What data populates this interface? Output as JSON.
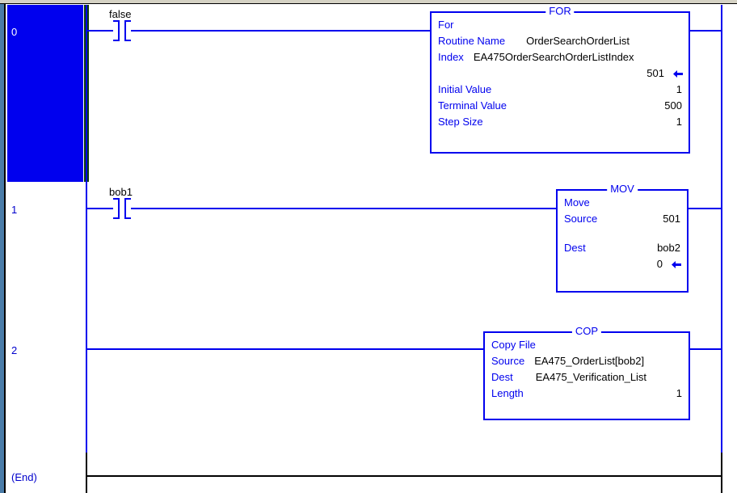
{
  "editor": {
    "name": "ladder-logic-editor",
    "rail_color": "#0000ee",
    "label_color": "#0000ee",
    "value_color": "#000000",
    "selection_color": "#0000ee",
    "selected_rail_color": "#0b3d0b"
  },
  "rungs": [
    {
      "number": "0",
      "selected": true,
      "contact": {
        "label": "false",
        "type": "XIC"
      },
      "instruction": {
        "mnemonic": "FOR",
        "rows": [
          {
            "label": "For",
            "value": "",
            "align": "none"
          },
          {
            "label": "Routine Name",
            "value": "OrderSearchOrderList",
            "align": "right"
          },
          {
            "label": "Index",
            "value": "EA475OrderSearchOrderListIndex",
            "align": "op"
          },
          {
            "label": "",
            "value": "501",
            "align": "right",
            "marker": "left-arrow"
          },
          {
            "label": "Initial Value",
            "value": "1",
            "align": "right"
          },
          {
            "label": "Terminal Value",
            "value": "500",
            "align": "right"
          },
          {
            "label": "Step Size",
            "value": "1",
            "align": "right"
          }
        ]
      }
    },
    {
      "number": "1",
      "selected": false,
      "contact": {
        "label": "bob1",
        "type": "XIC"
      },
      "instruction": {
        "mnemonic": "MOV",
        "rows": [
          {
            "label": "Move",
            "value": "",
            "align": "none"
          },
          {
            "label": "Source",
            "value": "501",
            "align": "right"
          },
          {
            "label": "",
            "value": "",
            "align": "spacer"
          },
          {
            "label": "Dest",
            "value": "bob2",
            "align": "right"
          },
          {
            "label": "",
            "value": "0",
            "align": "right",
            "marker": "left-arrow"
          }
        ]
      }
    },
    {
      "number": "2",
      "selected": false,
      "contact": null,
      "instruction": {
        "mnemonic": "COP",
        "rows": [
          {
            "label": "Copy File",
            "value": "",
            "align": "none"
          },
          {
            "label": "Source",
            "value": "EA475_OrderList[bob2]",
            "align": "op"
          },
          {
            "label": "Dest",
            "value": "EA475_Verification_List",
            "align": "op"
          },
          {
            "label": "Length",
            "value": "1",
            "align": "right"
          }
        ]
      }
    }
  ],
  "end_rung": {
    "label": "(End)"
  }
}
